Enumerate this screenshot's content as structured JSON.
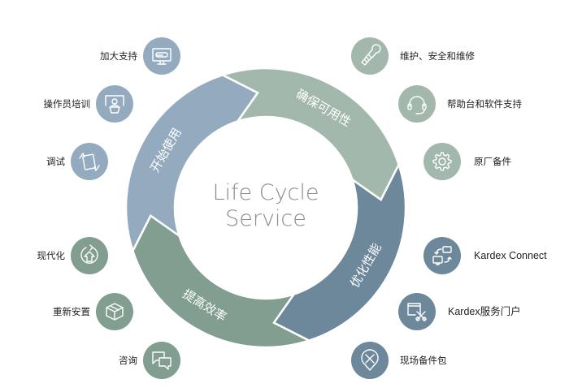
{
  "center": {
    "line1": "Life Cycle",
    "line2": "Service"
  },
  "colors": {
    "blue": "#94abbf",
    "sage": "#a3b8ad",
    "slate": "#6d879b",
    "green": "#819e90",
    "text": "#222222",
    "center_text": "#8a8d90"
  },
  "phases": [
    {
      "id": "start",
      "label": "开始使用",
      "color": "#94abbf"
    },
    {
      "id": "availability",
      "label": "确保可用性",
      "color": "#a3b8ad"
    },
    {
      "id": "performance",
      "label": "优化性能",
      "color": "#6d879b"
    },
    {
      "id": "efficiency",
      "label": "提高效率",
      "color": "#819e90"
    }
  ],
  "services": [
    {
      "label": "加大支持",
      "icon": "monitor-progress-icon",
      "color": "#94abbf"
    },
    {
      "label": "操作员培训",
      "icon": "trainer-presentation-icon",
      "color": "#94abbf"
    },
    {
      "label": "调试",
      "icon": "tablet-hands-icon",
      "color": "#94abbf"
    },
    {
      "label": "维护、安全和维修",
      "icon": "wrench-hand-icon",
      "color": "#a3b8ad"
    },
    {
      "label": "帮助台和软件支持",
      "icon": "headset-icon",
      "color": "#a3b8ad"
    },
    {
      "label": "原厂备件",
      "icon": "gear-icon",
      "color": "#a3b8ad"
    },
    {
      "label": "Kardex Connect",
      "icon": "connected-computers-icon",
      "color": "#6d879b"
    },
    {
      "label": "Kardex服务门户",
      "icon": "browser-tools-icon",
      "color": "#6d879b"
    },
    {
      "label": "现场备件包",
      "icon": "location-tools-icon",
      "color": "#6d879b"
    },
    {
      "label": "现代化",
      "icon": "upgrade-arrow-icon",
      "color": "#819e90"
    },
    {
      "label": "重新安置",
      "icon": "box-icon",
      "color": "#819e90"
    },
    {
      "label": "咨询",
      "icon": "chat-bubbles-icon",
      "color": "#819e90"
    }
  ]
}
